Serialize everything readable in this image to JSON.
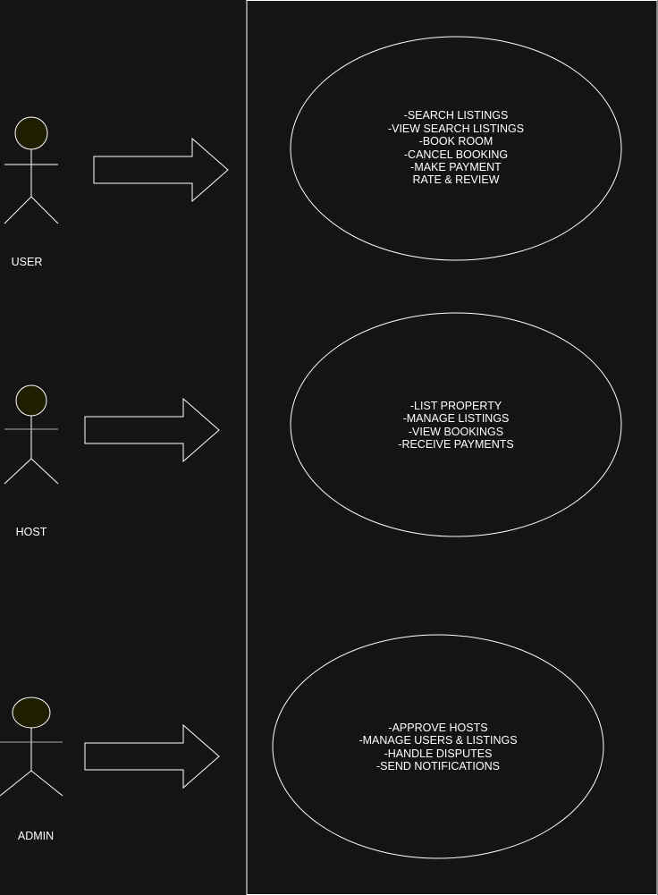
{
  "colors": {
    "background": "#141414",
    "stroke": "#ffffff",
    "actor_head_fill": "#201e00",
    "text": "#ffffff"
  },
  "actors": [
    {
      "label": "USER"
    },
    {
      "label": "HOST"
    },
    {
      "label": "ADMIN"
    }
  ],
  "use_cases": [
    {
      "actor": "USER",
      "lines": [
        "-SEARCH LISTINGS",
        "-VIEW SEARCH LISTINGS",
        "-BOOK ROOM",
        "-CANCEL BOOKING",
        "-MAKE PAYMENT",
        "RATE & REVIEW"
      ]
    },
    {
      "actor": "HOST",
      "lines": [
        "-LIST PROPERTY",
        "-MANAGE LISTINGS",
        "-VIEW BOOKINGS",
        "-RECEIVE PAYMENTS"
      ]
    },
    {
      "actor": "ADMIN",
      "lines": [
        "-APPROVE HOSTS",
        "-MANAGE USERS & LISTINGS",
        "-HANDLE DISPUTES",
        "-SEND NOTIFICATIONS"
      ]
    }
  ]
}
